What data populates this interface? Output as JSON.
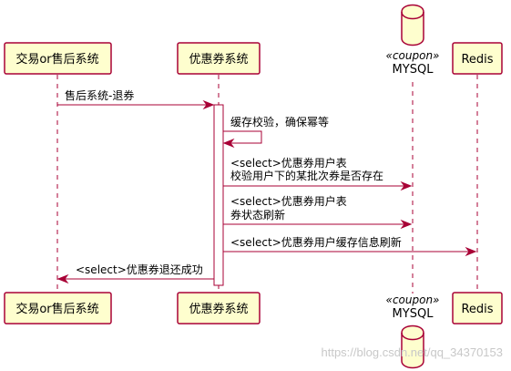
{
  "participants": {
    "trade": "交易or售后系统",
    "coupon": "优惠券系统",
    "mysql": {
      "name": "MYSQL",
      "stereotype": "«coupon»"
    },
    "redis": "Redis"
  },
  "messages": {
    "m1": "售后系统-退券",
    "m2": "缓存校验，确保幂等",
    "m3": [
      "<select>优惠券用户表",
      "校验用户下的某批次券是否存在"
    ],
    "m4": [
      "<select>优惠券用户表",
      "券状态刷新"
    ],
    "m5": "<select>优惠券用户缓存信息刷新",
    "m6": "<select>优惠券退还成功"
  },
  "watermark": "https://blog.csdn.net/qq_34370153",
  "colors": {
    "border": "#A80036",
    "fill": "#FEFECE",
    "background": "#ffffff"
  }
}
